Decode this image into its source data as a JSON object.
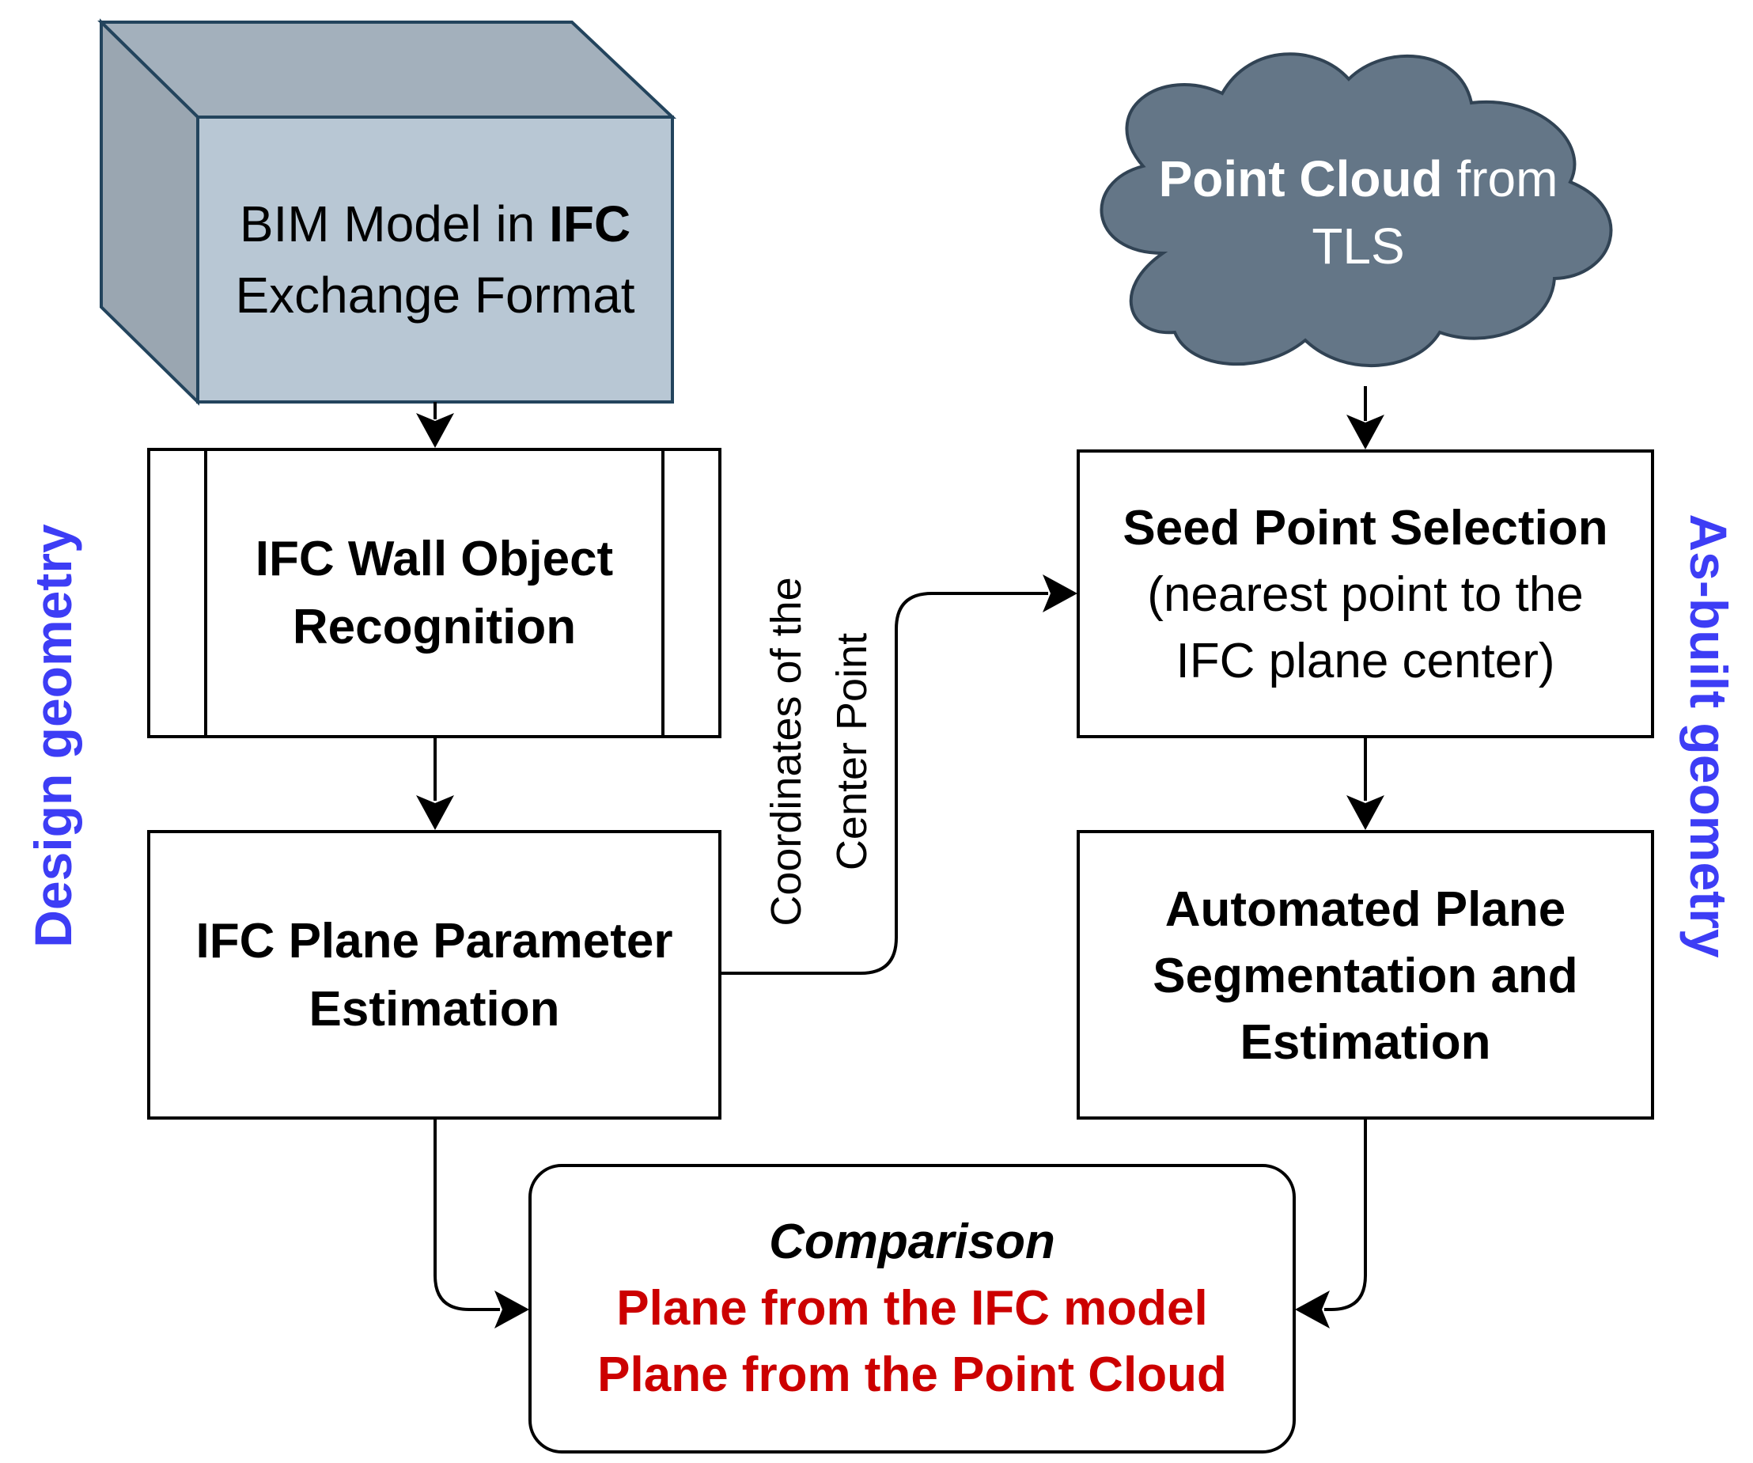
{
  "nodes": {
    "bim_model": {
      "line1_prefix": "BIM Model in ",
      "line1_bold": "IFC",
      "line2": "Exchange Format",
      "fill_front": "#b8c7d4",
      "fill_top": "#a3b0bc",
      "fill_side": "#9aa6b1",
      "stroke": "#23445d"
    },
    "point_cloud": {
      "line1_bold": "Point Cloud",
      "line1_suffix": " from",
      "line2": "TLS",
      "fill": "#647687",
      "stroke": "#314354",
      "text_color": "#ffffff"
    },
    "wall_recognition": {
      "line1": "IFC Wall Object",
      "line2": "Recognition"
    },
    "plane_estimation": {
      "line1": "IFC Plane Parameter",
      "line2": "Estimation"
    },
    "seed_selection": {
      "line1": "Seed Point Selection",
      "line2": "(nearest point to the",
      "line3": "IFC plane center)"
    },
    "segmentation": {
      "line1": "Automated Plane",
      "line2": "Segmentation and",
      "line3": "Estimation"
    },
    "comparison": {
      "title": "Comparison",
      "line1": "Plane from the IFC model",
      "line2": "Plane from the Point Cloud",
      "accent_color": "#cc0000"
    }
  },
  "edge_labels": {
    "center_point_line1": "Coordinates of the",
    "center_point_line2": "Center Point"
  },
  "side_labels": {
    "left": "Design geometry",
    "right": "As-built geometry",
    "color": "#3d3df5"
  }
}
